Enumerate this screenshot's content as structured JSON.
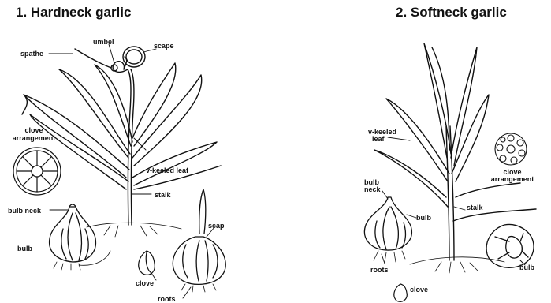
{
  "panel1": {
    "title": "1. Hardneck garlic",
    "labels": {
      "spathe": "spathe",
      "umbel": "umbel",
      "scape_top": "scape",
      "clove_arrangement_1": "clove",
      "clove_arrangement_2": "arrangement",
      "v_keeled_leaf": "v-keeled leaf",
      "stalk": "stalk",
      "bulb_neck": "bulb neck",
      "bulb": "bulb",
      "scape_bottom": "scap",
      "clove": "clove",
      "roots": "roots"
    }
  },
  "panel2": {
    "title": "2. Softneck garlic",
    "labels": {
      "v_keeled_leaf_1": "v-keeled",
      "v_keeled_leaf_2": "leaf",
      "clove_arrangement_1": "clove",
      "clove_arrangement_2": "arrangement",
      "bulb_neck_1": "bulb",
      "bulb_neck_2": "neck",
      "bulb_left": "bulb",
      "stalk": "stalk",
      "roots": "roots",
      "bulb_right": "bulb",
      "clove": "clove"
    }
  }
}
